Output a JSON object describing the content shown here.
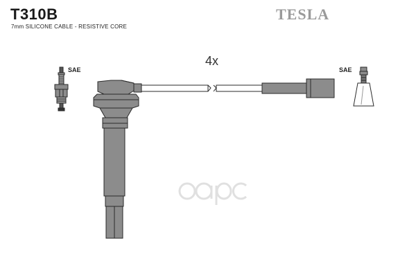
{
  "header": {
    "part_number": "T310B",
    "spec_line": "7mm SILICONE CABLE - RESISTIVE CORE",
    "brand": "TESLA"
  },
  "diagram": {
    "quantity_label": "4x",
    "left_connector_label": "SAE",
    "right_connector_label": "SAE"
  },
  "watermark": {
    "text": "oapc",
    "color": "#e0e0e0"
  },
  "colors": {
    "part_fill": "#8c8c8c",
    "outline": "#2a2a2a",
    "cable_fill": "#ffffff",
    "brand_gray": "#9a9a9a"
  }
}
